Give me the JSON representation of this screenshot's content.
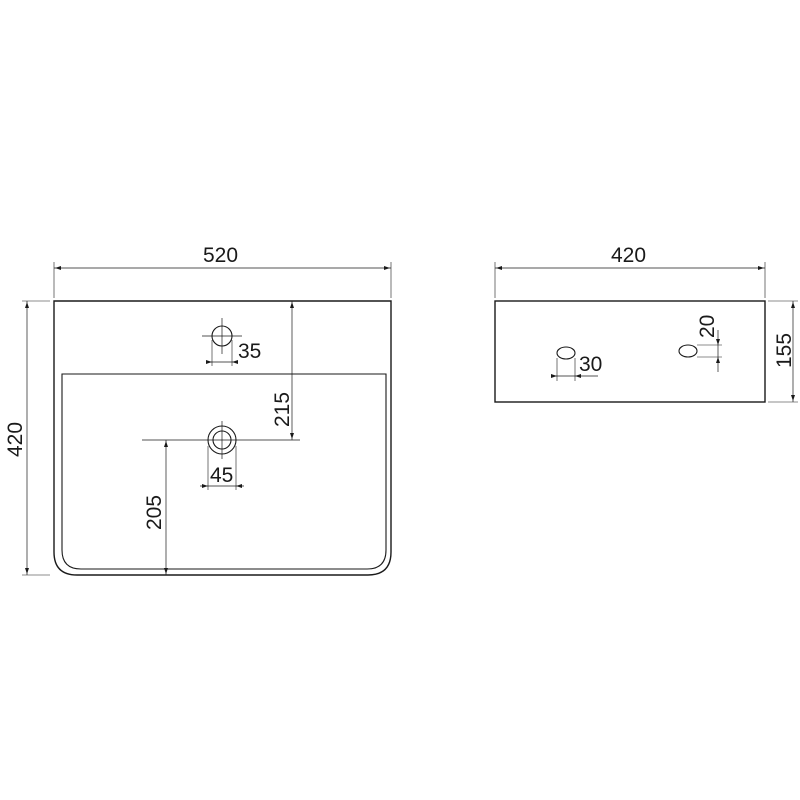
{
  "front_view": {
    "width_label": "520",
    "height_label": "420",
    "tap_hole_label": "35",
    "drain_label": "45",
    "drain_to_back_label": "215",
    "drain_to_front_label": "205"
  },
  "side_view": {
    "width_label": "420",
    "height_label": "155",
    "hole_diameter_label": "30",
    "hole_height_label": "20"
  }
}
